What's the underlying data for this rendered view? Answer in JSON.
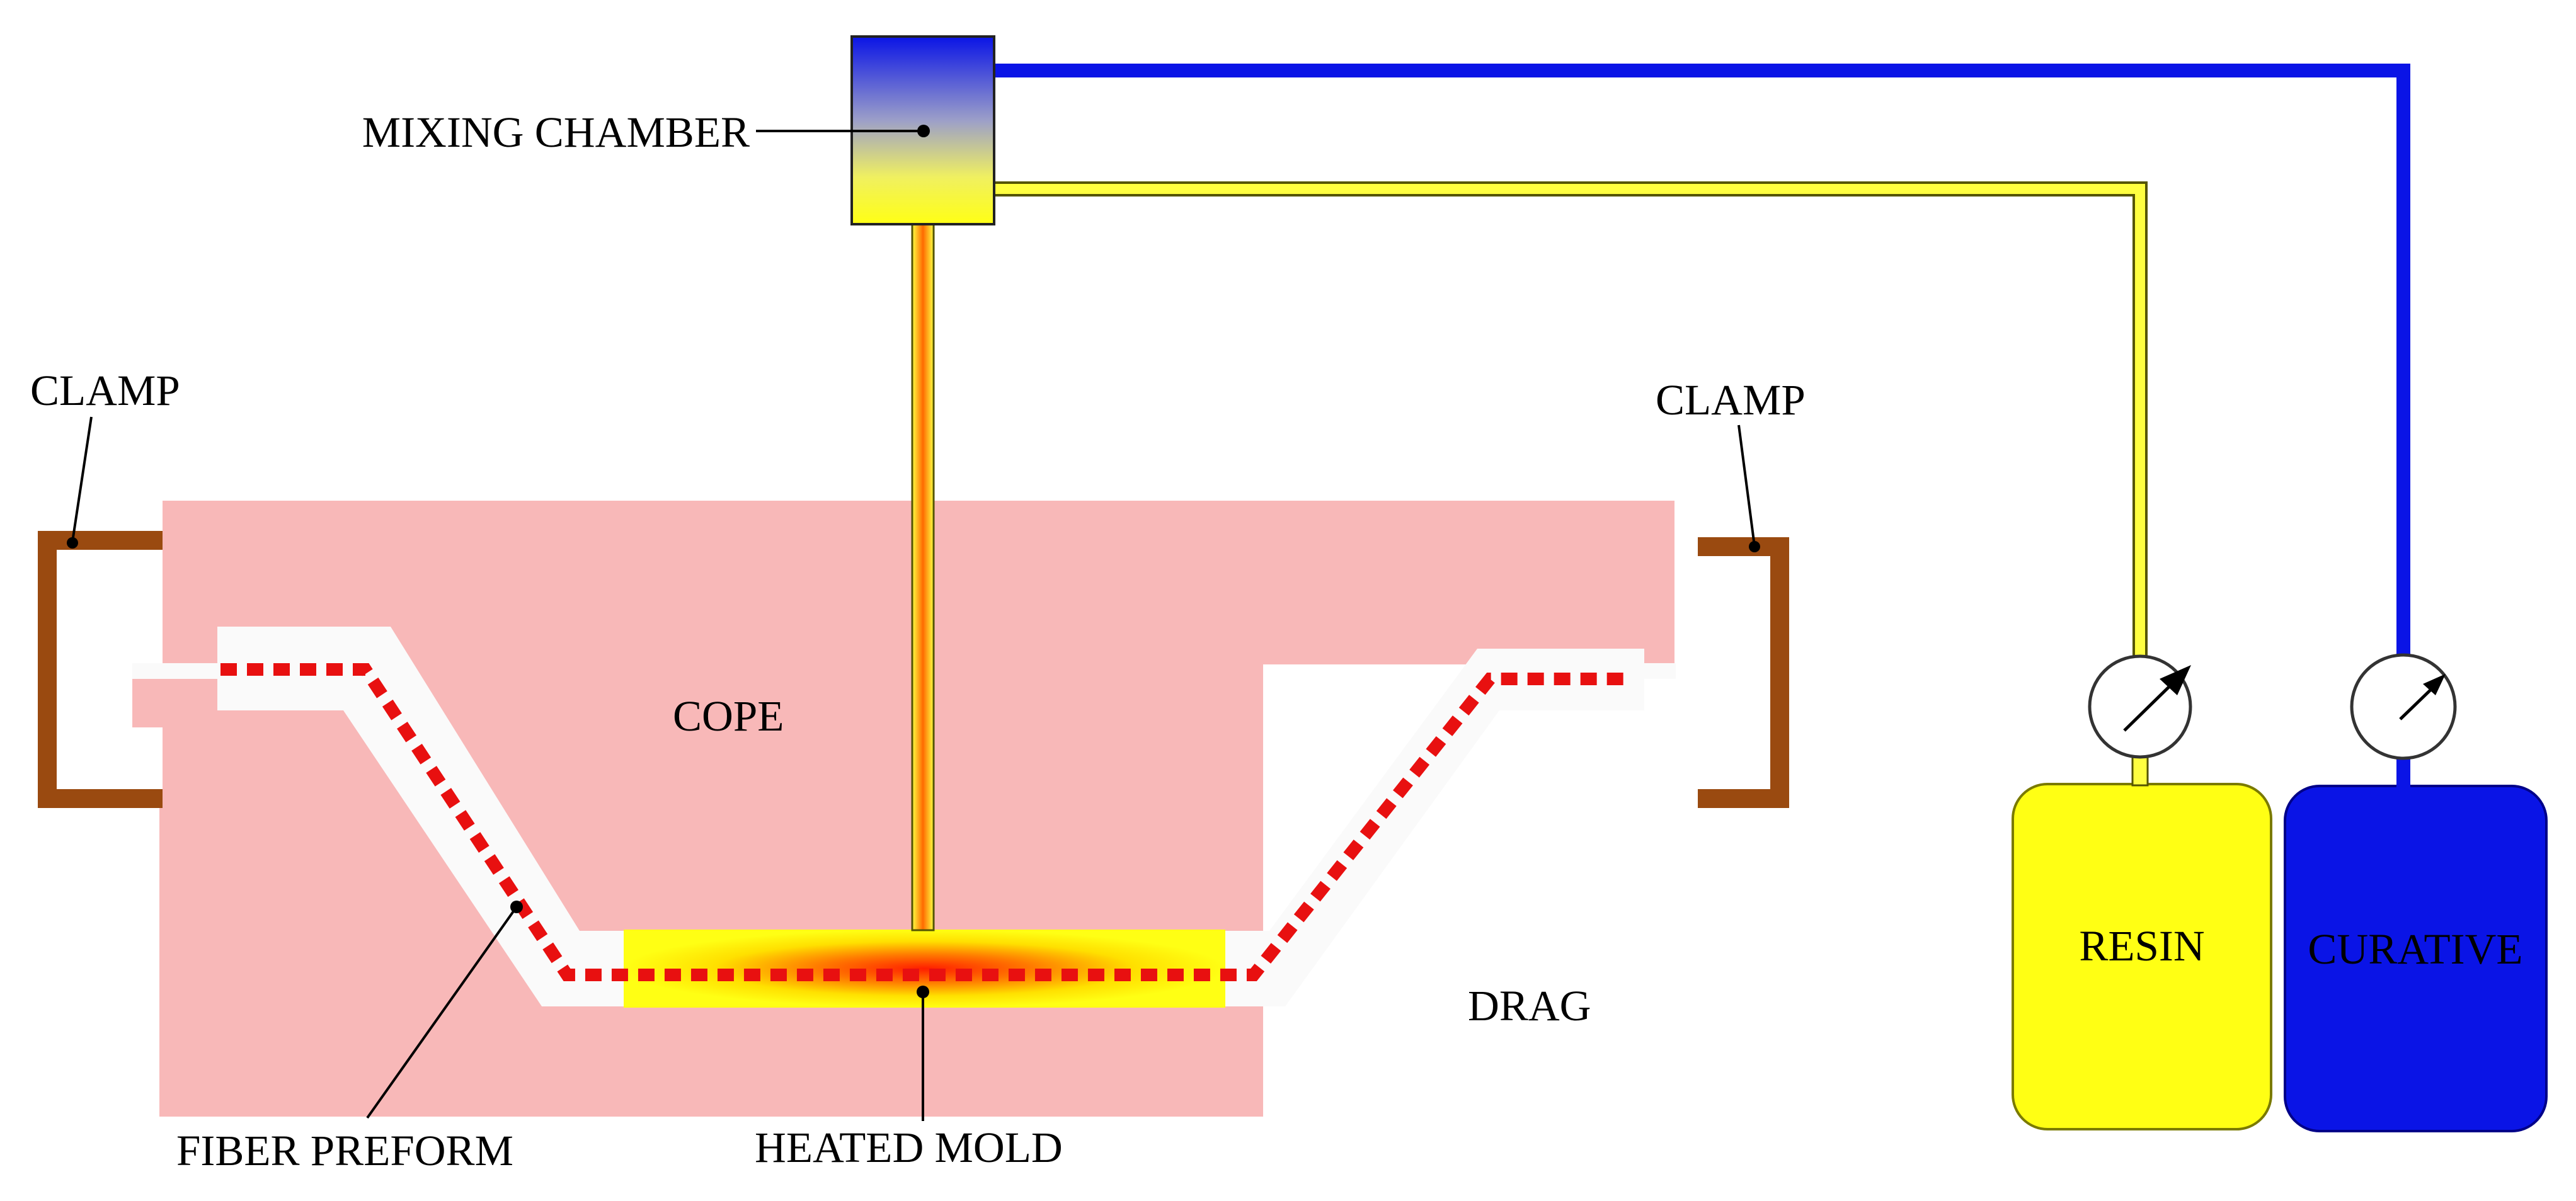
{
  "labels": {
    "mixing_chamber": "MIXING CHAMBER",
    "clamp_left": "CLAMP",
    "clamp_right": "CLAMP",
    "cope": "COPE",
    "drag": "DRAG",
    "fiber_preform": "FIBER PREFORM",
    "heated_mold": "HEATED MOLD",
    "resin": "RESIN",
    "curative": "CURATIVE"
  },
  "colors": {
    "mold_pink": "#f8b8b8",
    "cavity_white": "#fafafa",
    "preform_red": "#e81010",
    "clamp_brown": "#9a4a10",
    "resin_yellow": "#ffff14",
    "curative_blue": "#0a14e6",
    "line_yellow": "#ffff40",
    "line_blue": "#1428e0",
    "heat_orange": "#ff7800",
    "heat_red": "#ff1e00"
  },
  "icons": {
    "gauge_left": "pressure-gauge-icon",
    "gauge_right": "pressure-gauge-icon"
  }
}
